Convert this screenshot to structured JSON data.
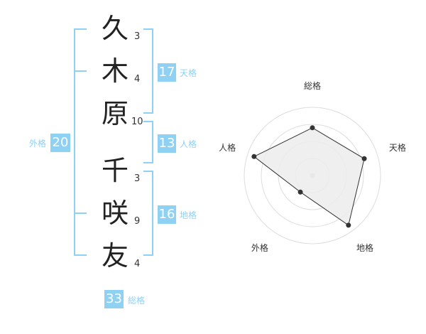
{
  "name_chars": [
    {
      "char": "久",
      "strokes": "3"
    },
    {
      "char": "木",
      "strokes": "4"
    },
    {
      "char": "原",
      "strokes": "10"
    },
    {
      "char": "千",
      "strokes": "3"
    },
    {
      "char": "咲",
      "strokes": "9"
    },
    {
      "char": "友",
      "strokes": "4"
    }
  ],
  "kakusu": {
    "tenkaku": {
      "value": "17",
      "label": "天格"
    },
    "jinkaku": {
      "value": "13",
      "label": "人格"
    },
    "chikaku": {
      "value": "16",
      "label": "地格"
    },
    "gaikaku": {
      "value": "20",
      "label": "外格"
    },
    "soukaku": {
      "value": "33",
      "label": "総格"
    }
  },
  "colors": {
    "accent": "#8fd1f3",
    "text": "#222222",
    "ring": "#dddddd",
    "fill": "#ececec",
    "line": "#333333"
  },
  "chart_data": {
    "type": "radar",
    "axes": [
      "総格",
      "天格",
      "地格",
      "外格",
      "人格"
    ],
    "values": [
      0.7,
      0.8,
      0.9,
      0.3,
      0.9
    ],
    "range": [
      0,
      1
    ],
    "rings": 4
  }
}
